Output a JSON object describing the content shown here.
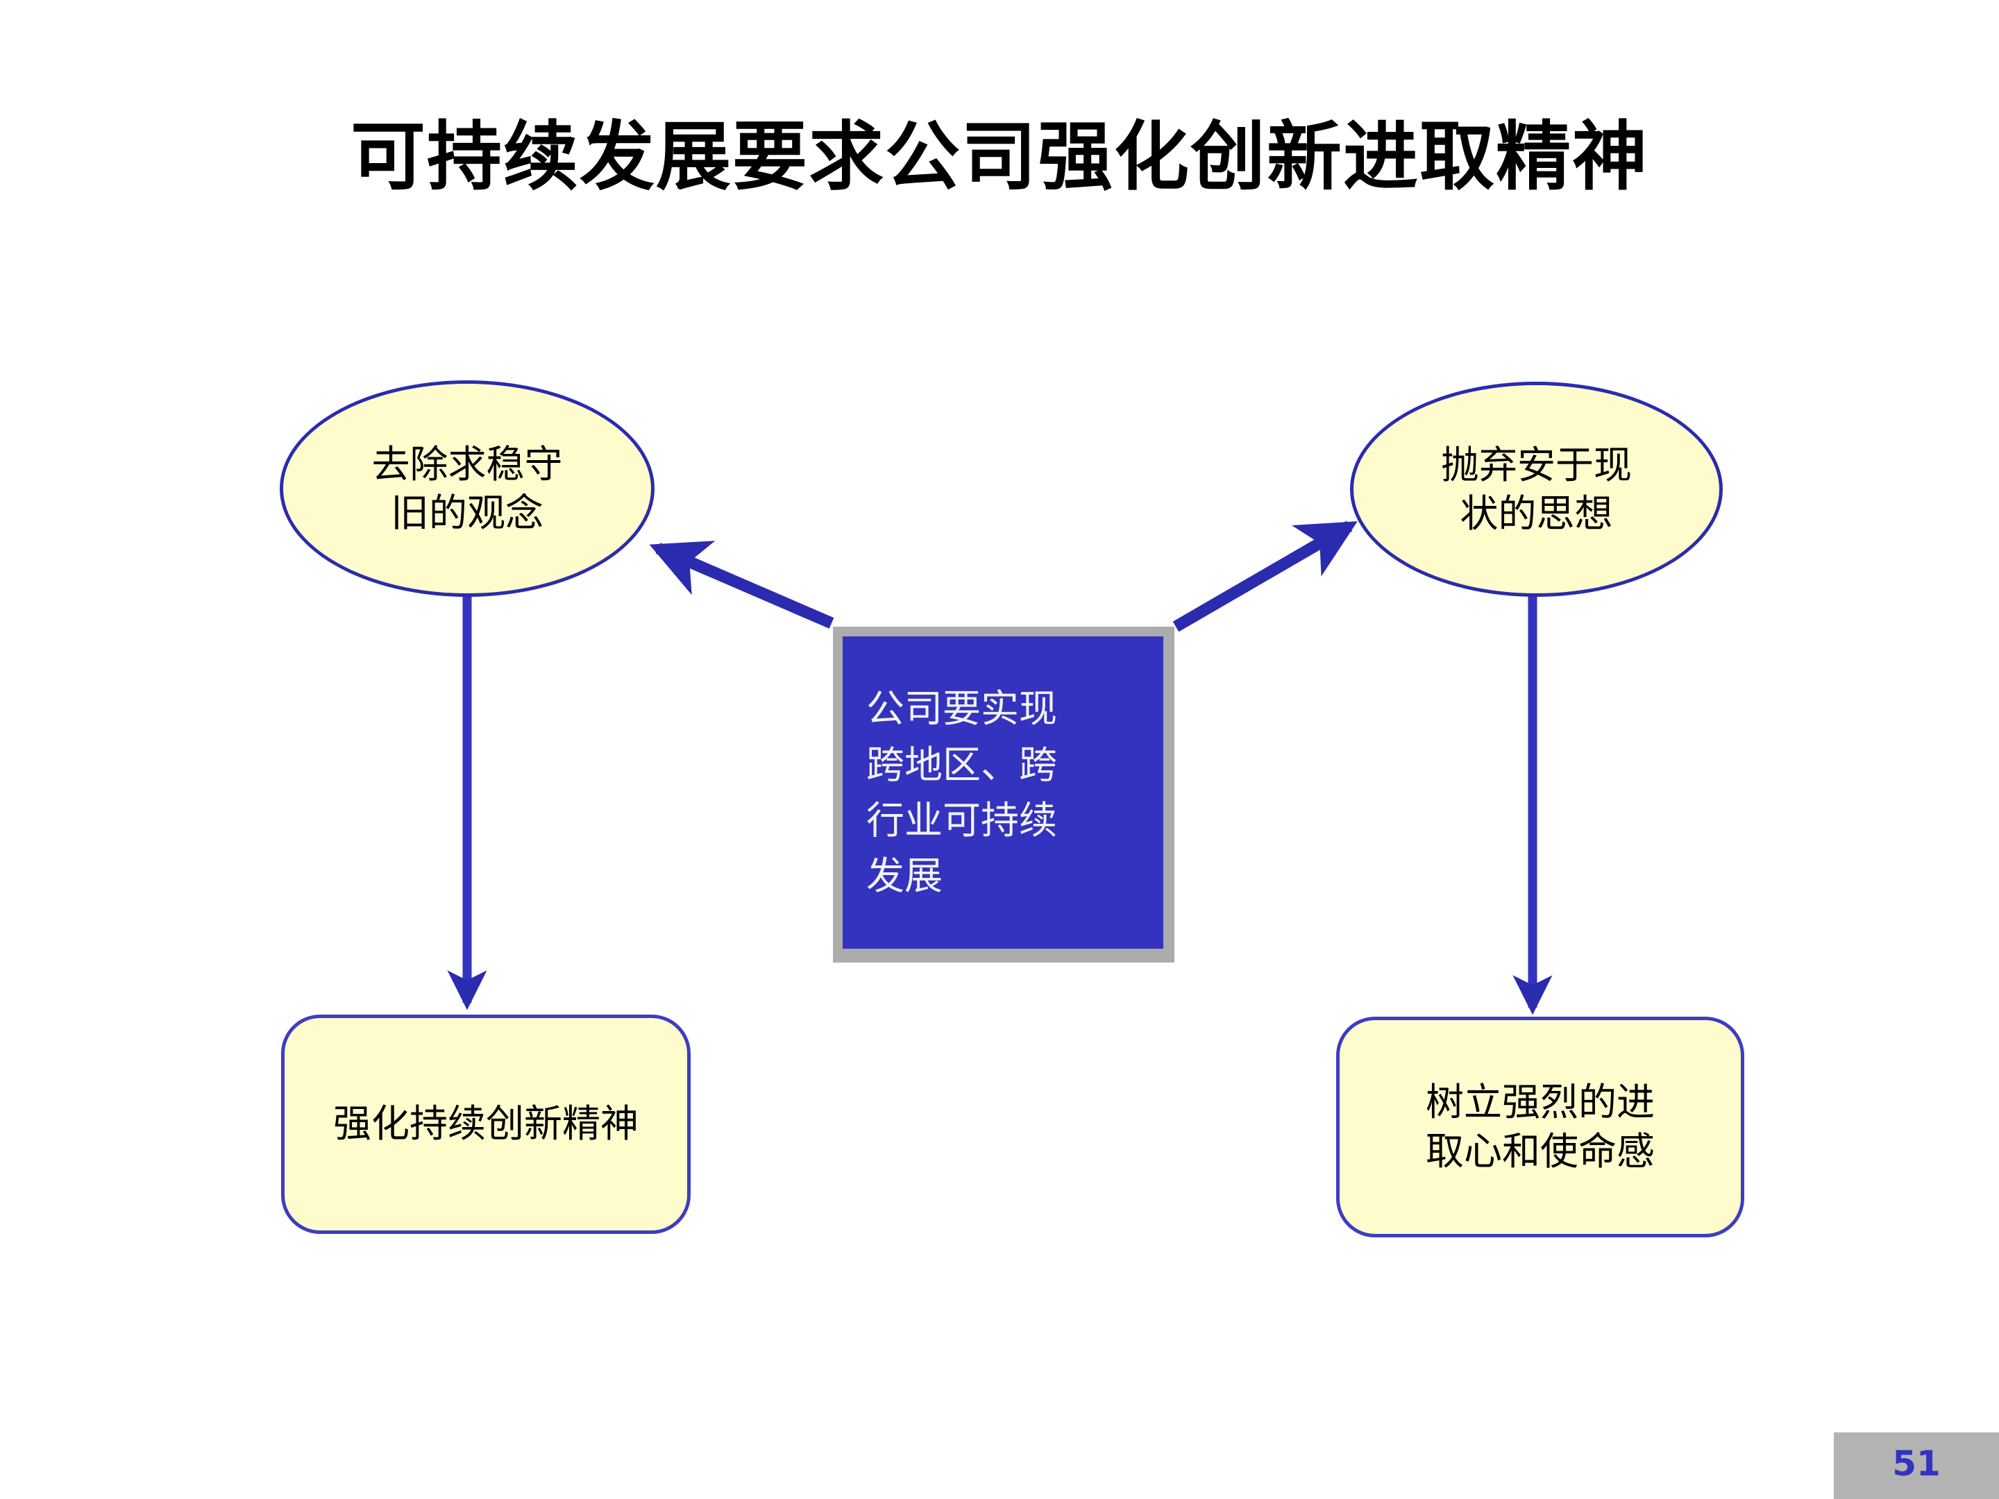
{
  "slide": {
    "title": "可持续发展要求公司强化创新进取精神",
    "page_number": "51",
    "background_color": "#FFFFFF"
  },
  "palette": {
    "accent_blue": "#3333BF",
    "outline_blue": "#2B2BAF",
    "node_fill_yellow": "#FEFBCC",
    "frame_gray": "#ACACAC",
    "footer_gray": "#B3B3B3",
    "text_black": "#000000",
    "text_white": "#F2F2F2"
  },
  "diagram": {
    "type": "relationship-diagram",
    "center": {
      "id": "center-goal",
      "label": "公司要实现跨地区、跨行业可持续发展",
      "shape": "rectangle-shadowed",
      "fill": "#3333BF",
      "text_color": "#F2F2F2"
    },
    "nodes": [
      {
        "id": "ellipse-left",
        "label": "去除求稳守旧的观念",
        "shape": "ellipse",
        "fill": "#FEFBCC",
        "position": "top-left"
      },
      {
        "id": "ellipse-right",
        "label": "抛弃安于现状的思想",
        "shape": "ellipse",
        "fill": "#FEFBCC",
        "position": "top-right"
      },
      {
        "id": "box-bottom-left",
        "label": "强化持续创新精神",
        "shape": "rounded-rectangle",
        "fill": "#FEFBCC",
        "position": "bottom-left"
      },
      {
        "id": "box-bottom-right",
        "label": "树立强烈的进取心和使命感",
        "shape": "rounded-rectangle",
        "fill": "#FEFBCC",
        "position": "bottom-right"
      }
    ],
    "connectors": [
      {
        "id": "arrow-center-to-left-ellipse",
        "from": "center-goal",
        "to": "ellipse-left",
        "style": "diagonal-arrow",
        "direction": "up-left"
      },
      {
        "id": "arrow-center-to-right-ellipse",
        "from": "center-goal",
        "to": "ellipse-right",
        "style": "diagonal-arrow",
        "direction": "up-right"
      },
      {
        "id": "arrow-left-ellipse-to-box",
        "from": "ellipse-left",
        "to": "box-bottom-left",
        "style": "vertical-arrow",
        "direction": "down"
      },
      {
        "id": "arrow-right-ellipse-to-box",
        "from": "ellipse-right",
        "to": "box-bottom-right",
        "style": "vertical-arrow",
        "direction": "down"
      }
    ]
  }
}
